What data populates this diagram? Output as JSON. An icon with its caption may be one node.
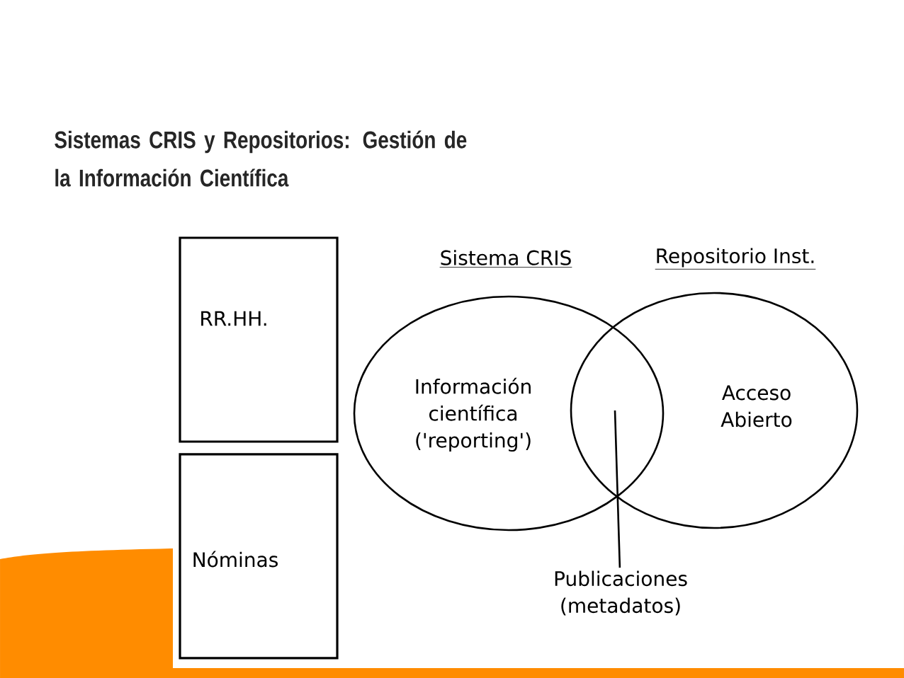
{
  "diagram": {
    "title": "Sistemas CRIS y Repositorios: Gestión de la Información Científica",
    "nodes": [
      {
        "text": [
          "RR.HH."
        ]
      },
      {
        "text": [
          "Nóminas"
        ]
      },
      {
        "text": [
          "Sistema CRIS",
          "Información científica ('reporting')"
        ]
      },
      {
        "text": [
          "Repositorio Inst.",
          "Acceso Abierto"
        ]
      },
      {
        "text": [
          "Publicaciones (metadatos)"
        ]
      }
    ],
    "edges": [
      {
        "from": 4,
        "to": 3,
        "arrow": "none"
      }
    ]
  }
}
